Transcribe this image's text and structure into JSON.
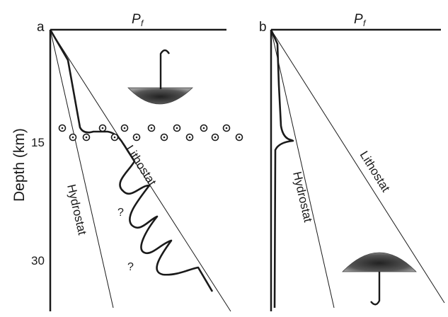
{
  "panels": [
    {
      "letter": "a",
      "pressure_label": "P",
      "pressure_sub": "f",
      "lithostat_label": "Lithostat",
      "hydrostat_label": "Hydrostat",
      "unknown_marks": [
        "?",
        "?"
      ]
    },
    {
      "letter": "b",
      "pressure_label": "P",
      "pressure_sub": "f",
      "lithostat_label": "Lithostat",
      "hydrostat_label": "Hydrostat"
    }
  ],
  "y_axis": {
    "label": "Depth (km)",
    "ticks": [
      "15",
      "30"
    ]
  },
  "colors": {
    "ink": "#1a1a1a",
    "background": "#ffffff"
  }
}
